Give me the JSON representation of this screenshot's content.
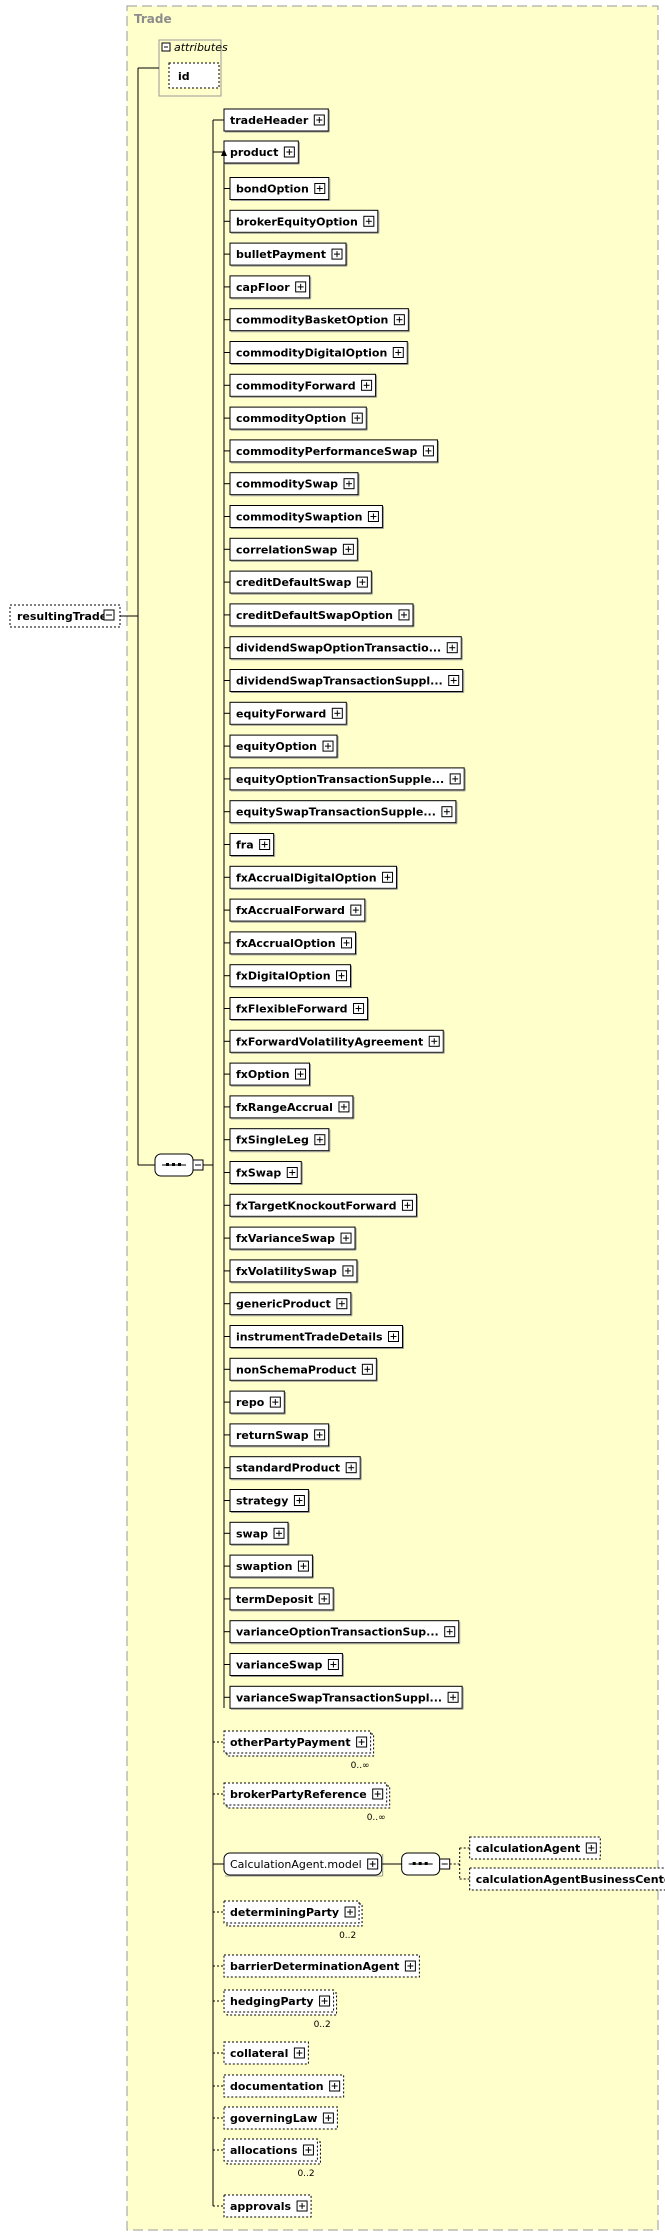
{
  "container_title": "Trade",
  "root": {
    "label": "resultingTrade"
  },
  "attributes": {
    "title": "attributes",
    "items": [
      "id"
    ]
  },
  "header_elements": [
    "tradeHeader",
    "product"
  ],
  "product_choices": [
    "bondOption",
    "brokerEquityOption",
    "bulletPayment",
    "capFloor",
    "commodityBasketOption",
    "commodityDigitalOption",
    "commodityForward",
    "commodityOption",
    "commodityPerformanceSwap",
    "commoditySwap",
    "commoditySwaption",
    "correlationSwap",
    "creditDefaultSwap",
    "creditDefaultSwapOption",
    "dividendSwapOptionTransactio...",
    "dividendSwapTransactionSuppl...",
    "equityForward",
    "equityOption",
    "equityOptionTransactionSupple...",
    "equitySwapTransactionSupple...",
    "fra",
    "fxAccrualDigitalOption",
    "fxAccrualForward",
    "fxAccrualOption",
    "fxDigitalOption",
    "fxFlexibleForward",
    "fxForwardVolatilityAgreement",
    "fxOption",
    "fxRangeAccrual",
    "fxSingleLeg",
    "fxSwap",
    "fxTargetKnockoutForward",
    "fxVarianceSwap",
    "fxVolatilitySwap",
    "genericProduct",
    "instrumentTradeDetails",
    "nonSchemaProduct",
    "repo",
    "returnSwap",
    "standardProduct",
    "strategy",
    "swap",
    "swaption",
    "termDeposit",
    "varianceOptionTransactionSup...",
    "varianceSwap",
    "varianceSwapTransactionSuppl..."
  ],
  "trailing_elements": [
    {
      "label": "otherPartyPayment",
      "optional": true,
      "multiple": true,
      "occurs": "0..∞"
    },
    {
      "label": "brokerPartyReference",
      "optional": true,
      "multiple": true,
      "occurs": "0..∞"
    },
    {
      "label": "CalculationAgent.model",
      "group": true
    },
    {
      "label": "determiningParty",
      "optional": true,
      "multiple": true,
      "occurs": "0..2"
    },
    {
      "label": "barrierDeterminationAgent",
      "optional": true
    },
    {
      "label": "hedgingParty",
      "optional": true,
      "multiple": true,
      "occurs": "0..2"
    },
    {
      "label": "collateral",
      "optional": true
    },
    {
      "label": "documentation",
      "optional": true
    },
    {
      "label": "governingLaw",
      "optional": true
    },
    {
      "label": "allocations",
      "optional": true,
      "multiple": true,
      "occurs": "0..2"
    },
    {
      "label": "approvals",
      "optional": true
    }
  ],
  "calculation_agent_choices": [
    "calculationAgent",
    "calculationAgentBusinessCenter"
  ],
  "colors": {
    "container_bg": "#ffffcc",
    "container_border": "#999999",
    "title": "#8c8c8c",
    "line": "#000000"
  }
}
